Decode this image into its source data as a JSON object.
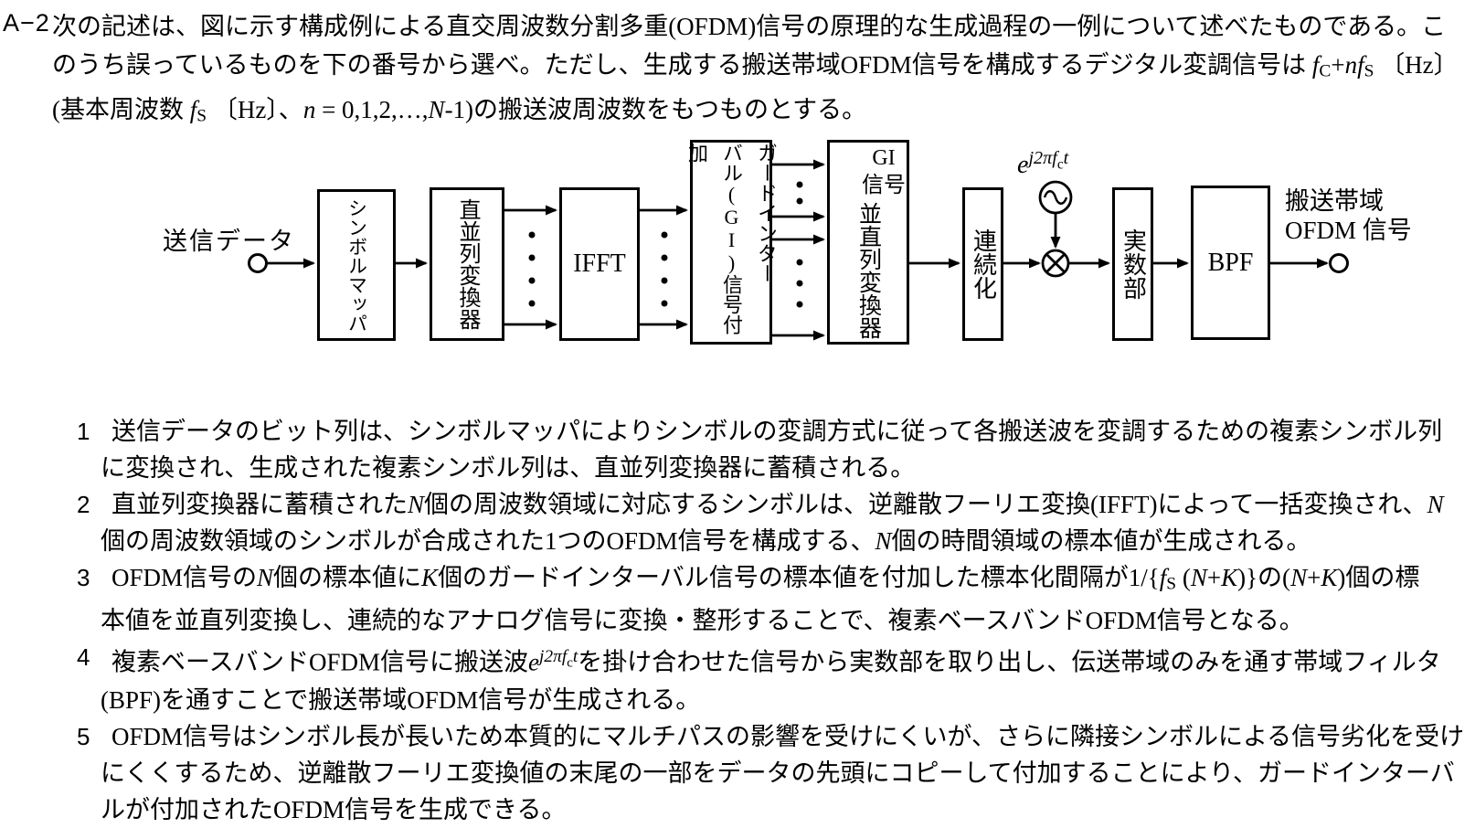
{
  "question": {
    "number": "A−2",
    "line1": [
      {
        "t": "次の記述は、図に示す構成例による直交周波数分割多重(OFDM)信号の原理的な生成過程の一例について述べたものである。こ"
      }
    ],
    "line2": [
      {
        "t": "のうち誤っているものを下の番号から選べ。ただし、生成する搬送帯域OFDM信号を構成するデジタル変調信号は "
      },
      {
        "t": "f",
        "s": "i"
      },
      {
        "t": "C",
        "s": "sub"
      },
      {
        "t": "+"
      },
      {
        "t": "nf",
        "s": "i"
      },
      {
        "t": "S",
        "s": "sub"
      },
      {
        "t": " 〔Hz〕"
      }
    ],
    "line3": [
      {
        "t": "(基本周波数 "
      },
      {
        "t": "f",
        "s": "i"
      },
      {
        "t": "S",
        "s": "sub"
      },
      {
        "t": " 〔Hz〕、"
      },
      {
        "t": "n",
        "s": "i"
      },
      {
        "t": " = 0,1,2,…,"
      },
      {
        "t": "N",
        "s": "i"
      },
      {
        "t": "-1)の搬送波周波数をもつものとする。"
      }
    ]
  },
  "diagram": {
    "input_label": "送信データ",
    "blocks": {
      "symbol_mapper": "シンボルマッパ",
      "serial_parallel": "直並列変換器",
      "ifft": "IFFT",
      "gi_insert": "ガードインター\nバル(GI)信号付加",
      "gi_signal_note": "GI\n信号",
      "parallel_serial": "並直列変換器",
      "continuity": "連続化",
      "real_part": "実数部",
      "bpf": "BPF"
    },
    "oscillator_label": [
      {
        "t": "e",
        "s": "i"
      },
      {
        "t": "j2πf",
        "s": "supi"
      },
      {
        "t": "c",
        "s": "supsub"
      },
      {
        "t": "t",
        "s": "supi"
      }
    ],
    "output_label_line1": "搬送帯域",
    "output_label_line2": "OFDM 信号"
  },
  "options": [
    {
      "number": "1",
      "lines": [
        [
          {
            "t": "送信データのビット列は、シンボルマッパによりシンボルの変調方式に従って各搬送波を変調するための複素シンボル列"
          }
        ],
        [
          {
            "t": "に変換され、生成された複素シンボル列は、直並列変換器に蓄積される。"
          }
        ]
      ]
    },
    {
      "number": "2",
      "lines": [
        [
          {
            "t": "直並列変換器に蓄積された"
          },
          {
            "t": "N",
            "s": "i"
          },
          {
            "t": "個の周波数領域に対応するシンボルは、逆離散フーリエ変換(IFFT)によって一括変換され、"
          },
          {
            "t": "N",
            "s": "i"
          }
        ],
        [
          {
            "t": "個の周波数領域のシンボルが合成された1つのOFDM信号を構成する、"
          },
          {
            "t": "N",
            "s": "i"
          },
          {
            "t": "個の時間領域の標本値が生成される。"
          }
        ]
      ]
    },
    {
      "number": "3",
      "lines": [
        [
          {
            "t": "OFDM信号の"
          },
          {
            "t": "N",
            "s": "i"
          },
          {
            "t": "個の標本値に"
          },
          {
            "t": "K",
            "s": "i"
          },
          {
            "t": "個のガードインターバル信号の標本値を付加した標本化間隔が1/{"
          },
          {
            "t": "f",
            "s": "i"
          },
          {
            "t": "S",
            "s": "sub"
          },
          {
            "t": " ("
          },
          {
            "t": "N",
            "s": "i"
          },
          {
            "t": "+"
          },
          {
            "t": "K",
            "s": "i"
          },
          {
            "t": ")}の("
          },
          {
            "t": "N",
            "s": "i"
          },
          {
            "t": "+"
          },
          {
            "t": "K",
            "s": "i"
          },
          {
            "t": ")個の標"
          }
        ],
        [
          {
            "t": "本値を並直列変換し、連続的なアナログ信号に変換・整形することで、複素ベースバンドOFDM信号となる。"
          }
        ]
      ]
    },
    {
      "number": "4",
      "lines": [
        [
          {
            "t": "複素ベースバンドOFDM信号に搬送波"
          },
          {
            "t": "e",
            "s": "i"
          },
          {
            "t": "j2πf",
            "s": "supi"
          },
          {
            "t": "c",
            "s": "supsub"
          },
          {
            "t": "t",
            "s": "supi"
          },
          {
            "t": "を掛け合わせた信号から実数部を取り出し、伝送帯域のみを通す帯域フィルタ"
          }
        ],
        [
          {
            "t": "(BPF)を通すことで搬送帯域OFDM信号が生成される。"
          }
        ]
      ]
    },
    {
      "number": "5",
      "lines": [
        [
          {
            "t": "OFDM信号はシンボル長が長いため本質的にマルチパスの影響を受けにくいが、さらに隣接シンボルによる信号劣化を受け"
          }
        ],
        [
          {
            "t": "にくくするため、逆離散フーリエ変換値の末尾の一部をデータの先頭にコピーして付加することにより、ガードインターバ"
          }
        ],
        [
          {
            "t": "ルが付加されたOFDM信号を生成できる。"
          }
        ]
      ]
    }
  ]
}
